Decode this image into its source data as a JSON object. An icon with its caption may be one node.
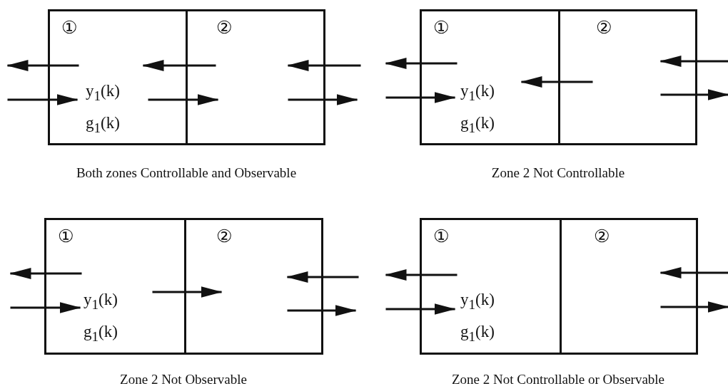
{
  "diagram": {
    "nodes": [
      {
        "text": [
          "①",
          "y$_{1}$(k)",
          "g$_{1}$(k)"
        ]
      },
      {
        "text": [
          "②"
        ]
      },
      {
        "text": [
          "①",
          "y$_{1}$(k)",
          "g$_{1}$(k)"
        ]
      },
      {
        "text": [
          "②"
        ]
      },
      {
        "text": [
          "①",
          "y$_{1}$(k)",
          "g$_{1}$(k)"
        ]
      },
      {
        "text": [
          "②"
        ]
      },
      {
        "text": [
          "①",
          "y$_{1}$(k)",
          "g$_{1}$(k)"
        ]
      },
      {
        "text": [
          "②"
        ]
      }
    ],
    "edges": [
      {
        "from": 0,
        "to": null,
        "arrow": "to"
      },
      {
        "from": null,
        "to": 0,
        "arrow": "to"
      },
      {
        "from": 1,
        "to": 0,
        "arrow": "to"
      },
      {
        "from": 0,
        "to": 1,
        "arrow": "to"
      },
      {
        "from": null,
        "to": 1,
        "arrow": "to"
      },
      {
        "from": 1,
        "to": null,
        "arrow": "to"
      },
      {
        "from": 2,
        "to": null,
        "arrow": "to"
      },
      {
        "from": null,
        "to": 2,
        "arrow": "to"
      },
      {
        "from": 3,
        "to": 2,
        "arrow": "to"
      },
      {
        "from": null,
        "to": 3,
        "arrow": "to"
      },
      {
        "from": 3,
        "to": null,
        "arrow": "to"
      },
      {
        "from": 4,
        "to": null,
        "arrow": "to"
      },
      {
        "from": null,
        "to": 4,
        "arrow": "to"
      },
      {
        "from": 4,
        "to": 5,
        "arrow": "to"
      },
      {
        "from": null,
        "to": 5,
        "arrow": "to"
      },
      {
        "from": 5,
        "to": null,
        "arrow": "to"
      },
      {
        "from": 6,
        "to": null,
        "arrow": "to"
      },
      {
        "from": null,
        "to": 6,
        "arrow": "to"
      },
      {
        "from": null,
        "to": 7,
        "arrow": "to"
      },
      {
        "from": 7,
        "to": null,
        "arrow": "to"
      }
    ],
    "labels": [
      "Both zones Controllable and Observable",
      "Zone 2 Not Controllable",
      "Zone 2 Not Observable",
      "Zone 2 Not Controllable or Observable"
    ]
  }
}
